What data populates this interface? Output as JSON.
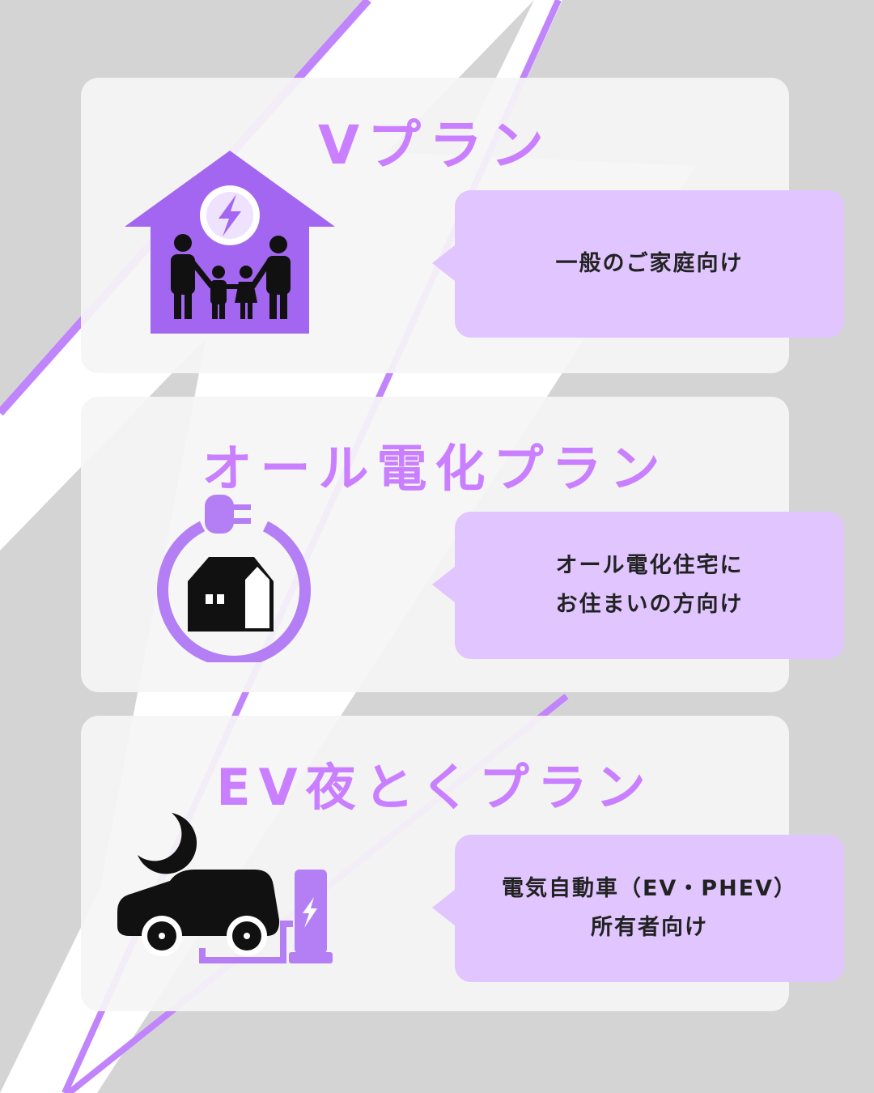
{
  "colors": {
    "background": "#d4d4d4",
    "accent": "#c084fc",
    "card": "#f5f5f5",
    "bubble": "#e0c5ff",
    "title": "#c97fff",
    "text": "#222222"
  },
  "plans": [
    {
      "title": "Vプラン",
      "icon": "family-house-icon",
      "lines": [
        "一般のご家庭向け"
      ]
    },
    {
      "title": "オール電化プラン",
      "icon": "plug-house-icon",
      "lines": [
        "オール電化住宅に",
        "お住まいの方向け"
      ]
    },
    {
      "title": "EV夜とくプラン",
      "icon": "ev-charging-car-icon",
      "lines": [
        "電気自動車（EV・PHEV）",
        "所有者向け"
      ]
    }
  ]
}
